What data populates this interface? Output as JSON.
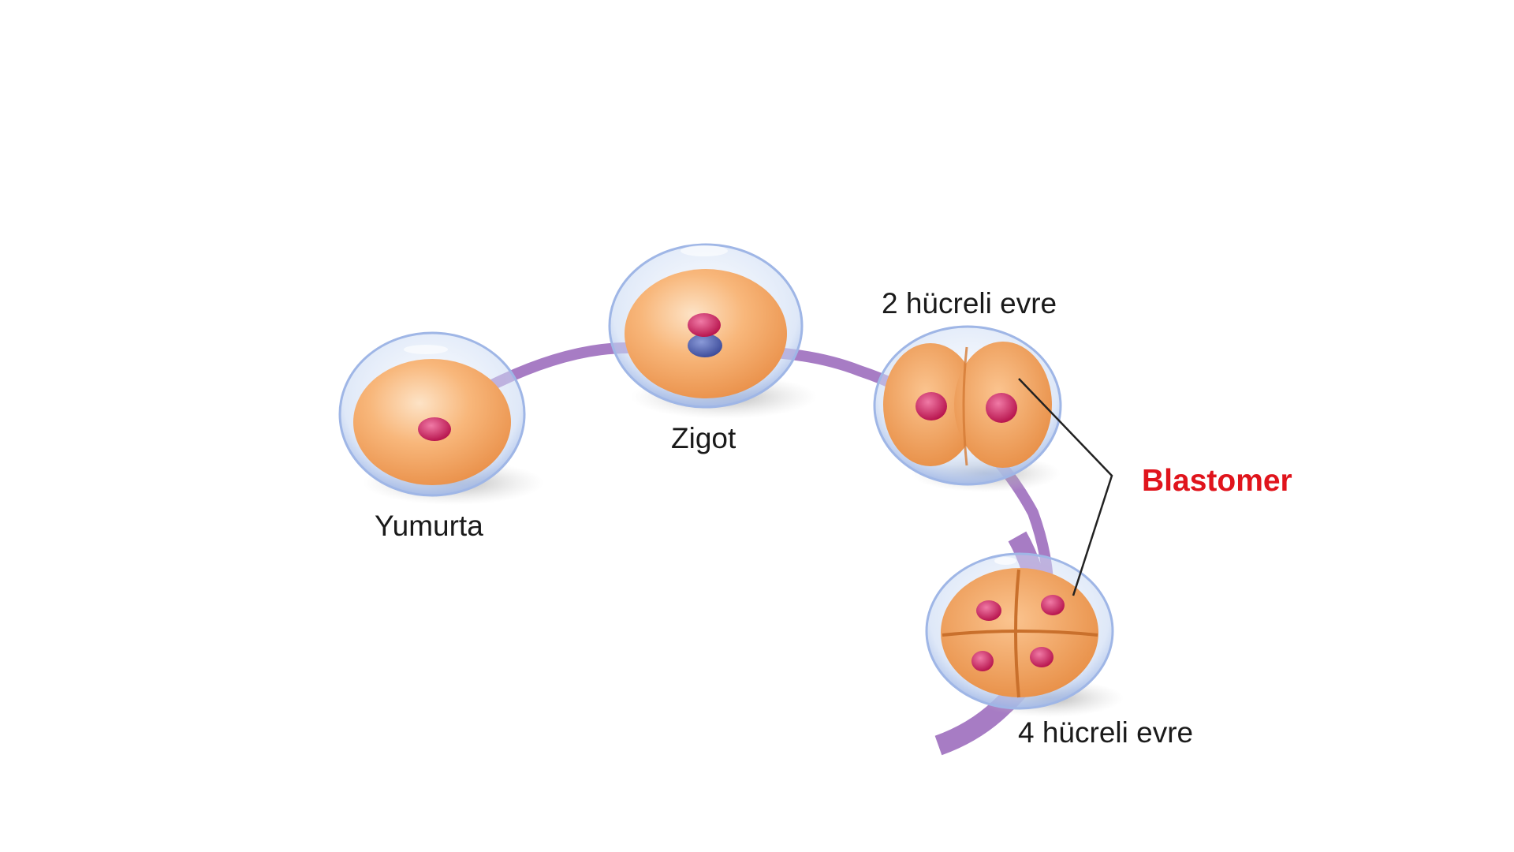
{
  "diagram": {
    "labels": {
      "egg": "Yumurta",
      "zygote": "Zigot",
      "two_cell": "2 hücreli evre",
      "four_cell": "4 hücreli evre",
      "blastomer": "Blastomer"
    },
    "colors": {
      "path": "#a77cc4",
      "cell_fill": "#f4a765",
      "cell_highlight": "#fde0bf",
      "membrane": "#c7d8f2",
      "membrane_edge": "#9fb6e6",
      "nucleus": "#d9346e",
      "nucleus_blue": "#5a69b6",
      "shadow": "#bdbdbd",
      "blastomer_text": "#e0141c",
      "pointer_line": "#222222"
    }
  }
}
